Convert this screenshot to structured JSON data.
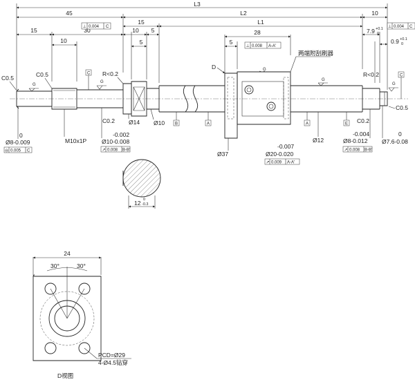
{
  "top_dims": {
    "L3": "L3",
    "d45": "45",
    "L2": "L2",
    "d10r": "10"
  },
  "row2": {
    "d15a": "15",
    "d30": "30",
    "d10a": "10",
    "d15b": "15",
    "d5a": "5",
    "L1": "L1",
    "d28": "28",
    "d5b": "5",
    "d7_9": "7.9",
    "d0_9": "0.9",
    "tol_plus": "+0.1",
    "tol_zero": "0"
  },
  "row3": {
    "d10": "10",
    "d5c": "5"
  },
  "labels": {
    "c05_left": "C0.5",
    "c05_b": "C0.5",
    "c05_right": "C0.5",
    "datum_C": "C",
    "datum_A": "A",
    "datum_B": "B",
    "datum_E": "E",
    "r02_left": "R<0.2",
    "r02_right": "R<0.2",
    "D_arrow": "D",
    "wiper_note": "两端附刮刷器",
    "c02_left": "C0.2",
    "c02_right": "C0.2",
    "d14": "Ø14",
    "d10_dia": "Ø10",
    "d12": "Ø12",
    "d37": "Ø37",
    "zero_left": "0",
    "d8_left": "Ø8-0.009",
    "m10": "M10x1P",
    "d10_tol_top": "-0.002",
    "d10_tol": "Ø10-0.008",
    "d20_tol_top": "-0.007",
    "d20_tol": "Ø20-0.020",
    "d8r_tol_top": "-0.004",
    "d8r_tol": "Ø8-0.012",
    "zero_right": "0",
    "d76": "Ø7.6-0.08",
    "g1": "G",
    "g2": "G",
    "g3": "G",
    "g4": "G",
    "g5": "G"
  },
  "fcf": {
    "top_left": {
      "sym": "⊥",
      "val": "0.004",
      "ref": "C"
    },
    "top_right": {
      "sym": "⊥",
      "val": "0.004",
      "ref": "C"
    },
    "nut": {
      "sym": "⊥",
      "val": "0.008",
      "ref": "A-A'"
    },
    "left_conc": {
      "sym": "◎",
      "val": "0.005",
      "ref": "C"
    },
    "runout_l": {
      "sym": "↗",
      "val": "0.008",
      "ref": "B-B'"
    },
    "runout_nut": {
      "sym": "↗",
      "val": "0.009",
      "ref": "A-A'"
    },
    "runout_r": {
      "sym": "↗",
      "val": "0.008",
      "ref": "B-B'"
    }
  },
  "section": {
    "dim": "12",
    "tol_top": "0",
    "tol_bottom": "-0.3"
  },
  "dview": {
    "width": "24",
    "ang1": "30°",
    "ang2": "30°",
    "pcd": "PCD=Ø29",
    "holes": "4-Ø4.5钻穿",
    "caption": "D视图"
  }
}
